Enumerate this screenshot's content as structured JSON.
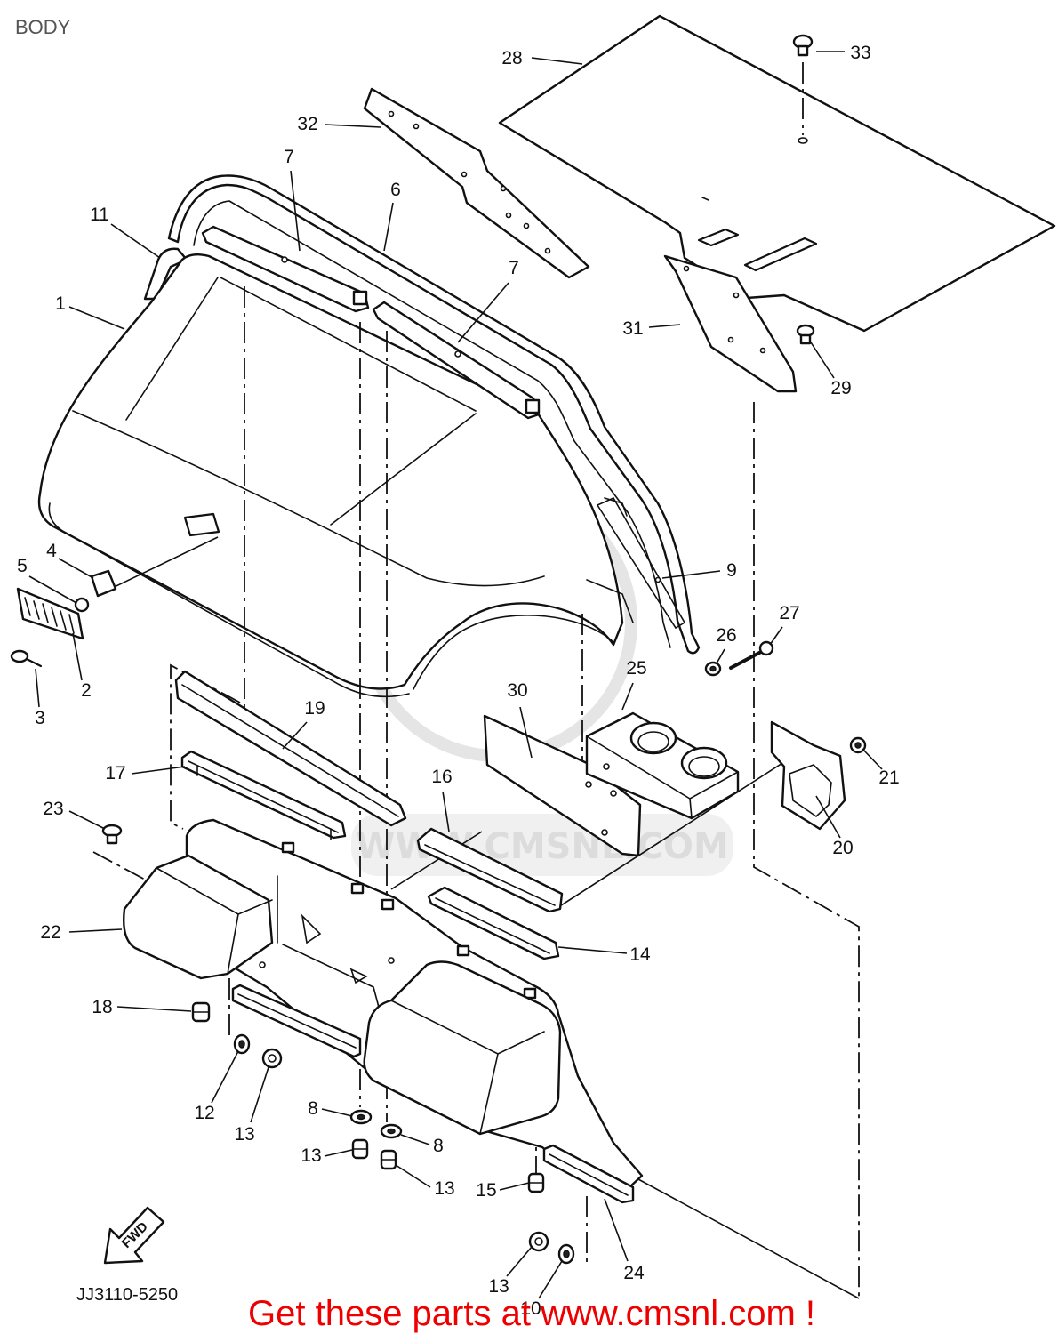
{
  "title": "BODY",
  "diagram_code": "JJ3110-5250",
  "fwd_label": "FWD",
  "promo_text": "Get these parts at www.cmsnl.com !",
  "watermark": "WWW.CMSNL.COM",
  "callouts": [
    "28",
    "33",
    "32",
    "7",
    "6",
    "11",
    "7",
    "1",
    "31",
    "29",
    "4",
    "5",
    "9",
    "27",
    "26",
    "25",
    "2",
    "3",
    "19",
    "30",
    "17",
    "16",
    "21",
    "23",
    "20",
    "22",
    "14",
    "18",
    "12",
    "13",
    "8",
    "8",
    "13",
    "13",
    "15",
    "24",
    "13",
    "10"
  ]
}
